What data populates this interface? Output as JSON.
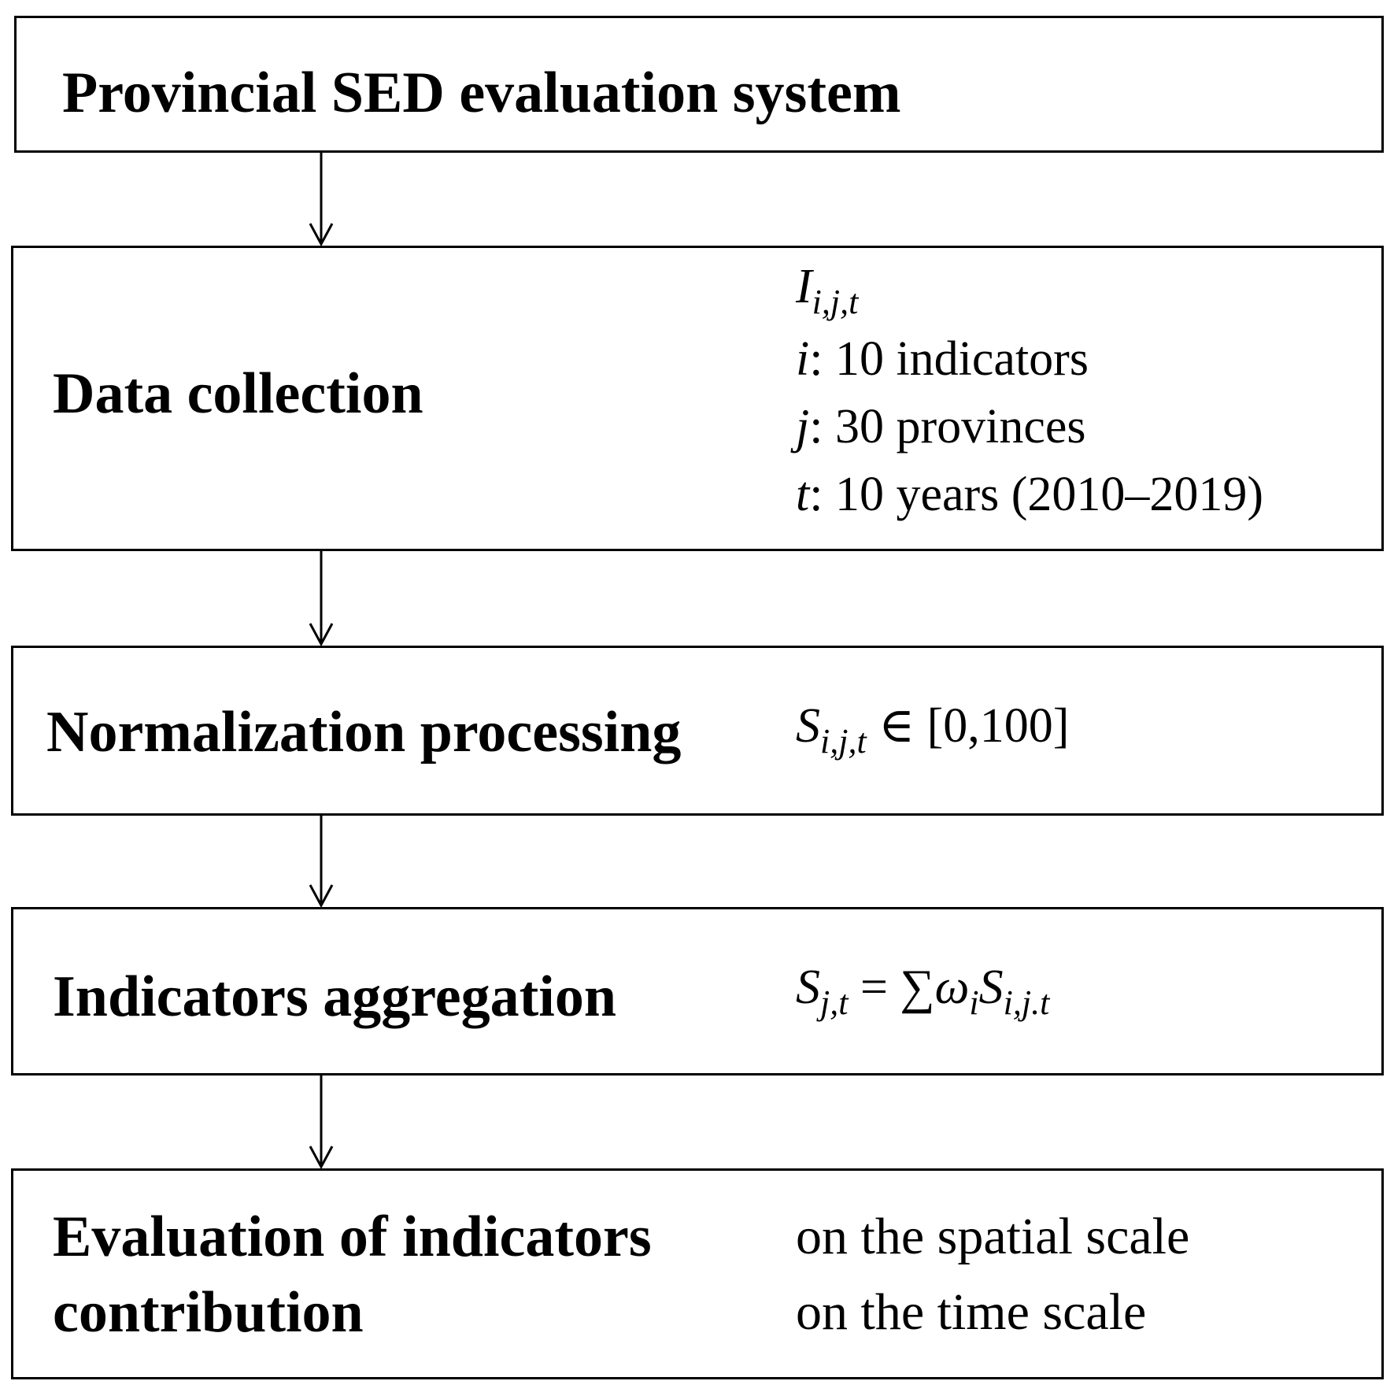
{
  "title": "Provincial SED evaluation system",
  "steps": [
    {
      "label": "Data collection",
      "detail_symbol": "I",
      "detail_symbol_sub": "i,j,t",
      "detail_lines": [
        {
          "var": "i",
          "text": ": 10 indicators"
        },
        {
          "var": "j",
          "text": ": 30 provinces"
        },
        {
          "var": "t",
          "text": ": 10 years (2010–2019)"
        }
      ]
    },
    {
      "label": "Normalization processing",
      "formula_symbol": "S",
      "formula_sub": "i,j,t",
      "formula_rest": " ∈ [0,100]"
    },
    {
      "label": "Indicators aggregation",
      "formula_symbol": "S",
      "formula_sub": "j,t",
      "formula_eq": " = ∑",
      "formula_omega": "ω",
      "formula_omega_sub": "i",
      "formula_symbol2": "S",
      "formula_sub2": "i,j.t"
    },
    {
      "label_line1": "Evaluation of indicators",
      "label_line2": "contribution",
      "detail_lines": [
        "on the spatial scale",
        "on the time scale"
      ]
    }
  ]
}
